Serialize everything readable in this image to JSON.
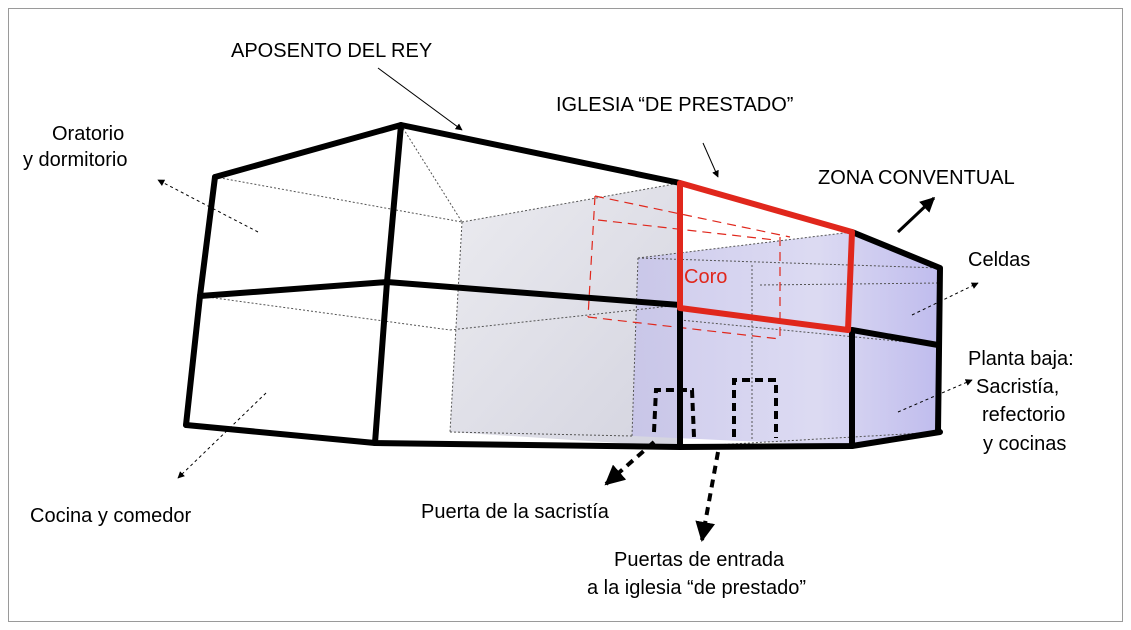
{
  "labels": {
    "aposento": "APOSENTO DEL REY",
    "iglesia": "IGLESIA “DE PRESTADO”",
    "zona": "ZONA CONVENTUAL",
    "oratorio_1": "Oratorio",
    "oratorio_2": "y dormitorio",
    "celdas": "Celdas",
    "planta_1": "Planta baja:",
    "planta_2": "Sacristía,",
    "planta_3": "refectorio",
    "planta_4": "y cocinas",
    "coro": "Coro",
    "cocina": "Cocina y comedor",
    "puerta_sacristia": "Puerta de la sacristía",
    "puertas_1": "Puertas de entrada",
    "puertas_2": "a la iglesia “de prestado”"
  },
  "colors": {
    "outline": "#000000",
    "coro_red": "#e0271c",
    "church_fill": "#c9c9de",
    "convent_fill": "#b8b5e6"
  }
}
